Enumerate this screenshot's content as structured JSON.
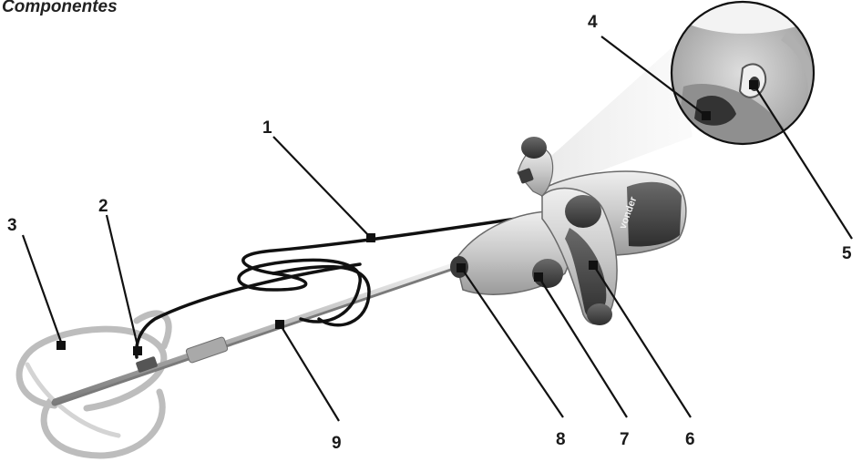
{
  "title": "Componentes",
  "colors": {
    "text": "#1a1a1a",
    "metal": "#c9c9c9",
    "metal_dark": "#8c8c8c",
    "body_light": "#d8d8d8",
    "body_dark": "#4a4a4a",
    "cable": "#111111",
    "background": "#ffffff"
  },
  "brand_label": "vonder",
  "callouts": [
    {
      "id": "1",
      "label": "1"
    },
    {
      "id": "2",
      "label": "2"
    },
    {
      "id": "3",
      "label": "3"
    },
    {
      "id": "4",
      "label": "4"
    },
    {
      "id": "5",
      "label": "5"
    },
    {
      "id": "6",
      "label": "6"
    },
    {
      "id": "7",
      "label": "7"
    },
    {
      "id": "8",
      "label": "8"
    },
    {
      "id": "9",
      "label": "9"
    }
  ]
}
